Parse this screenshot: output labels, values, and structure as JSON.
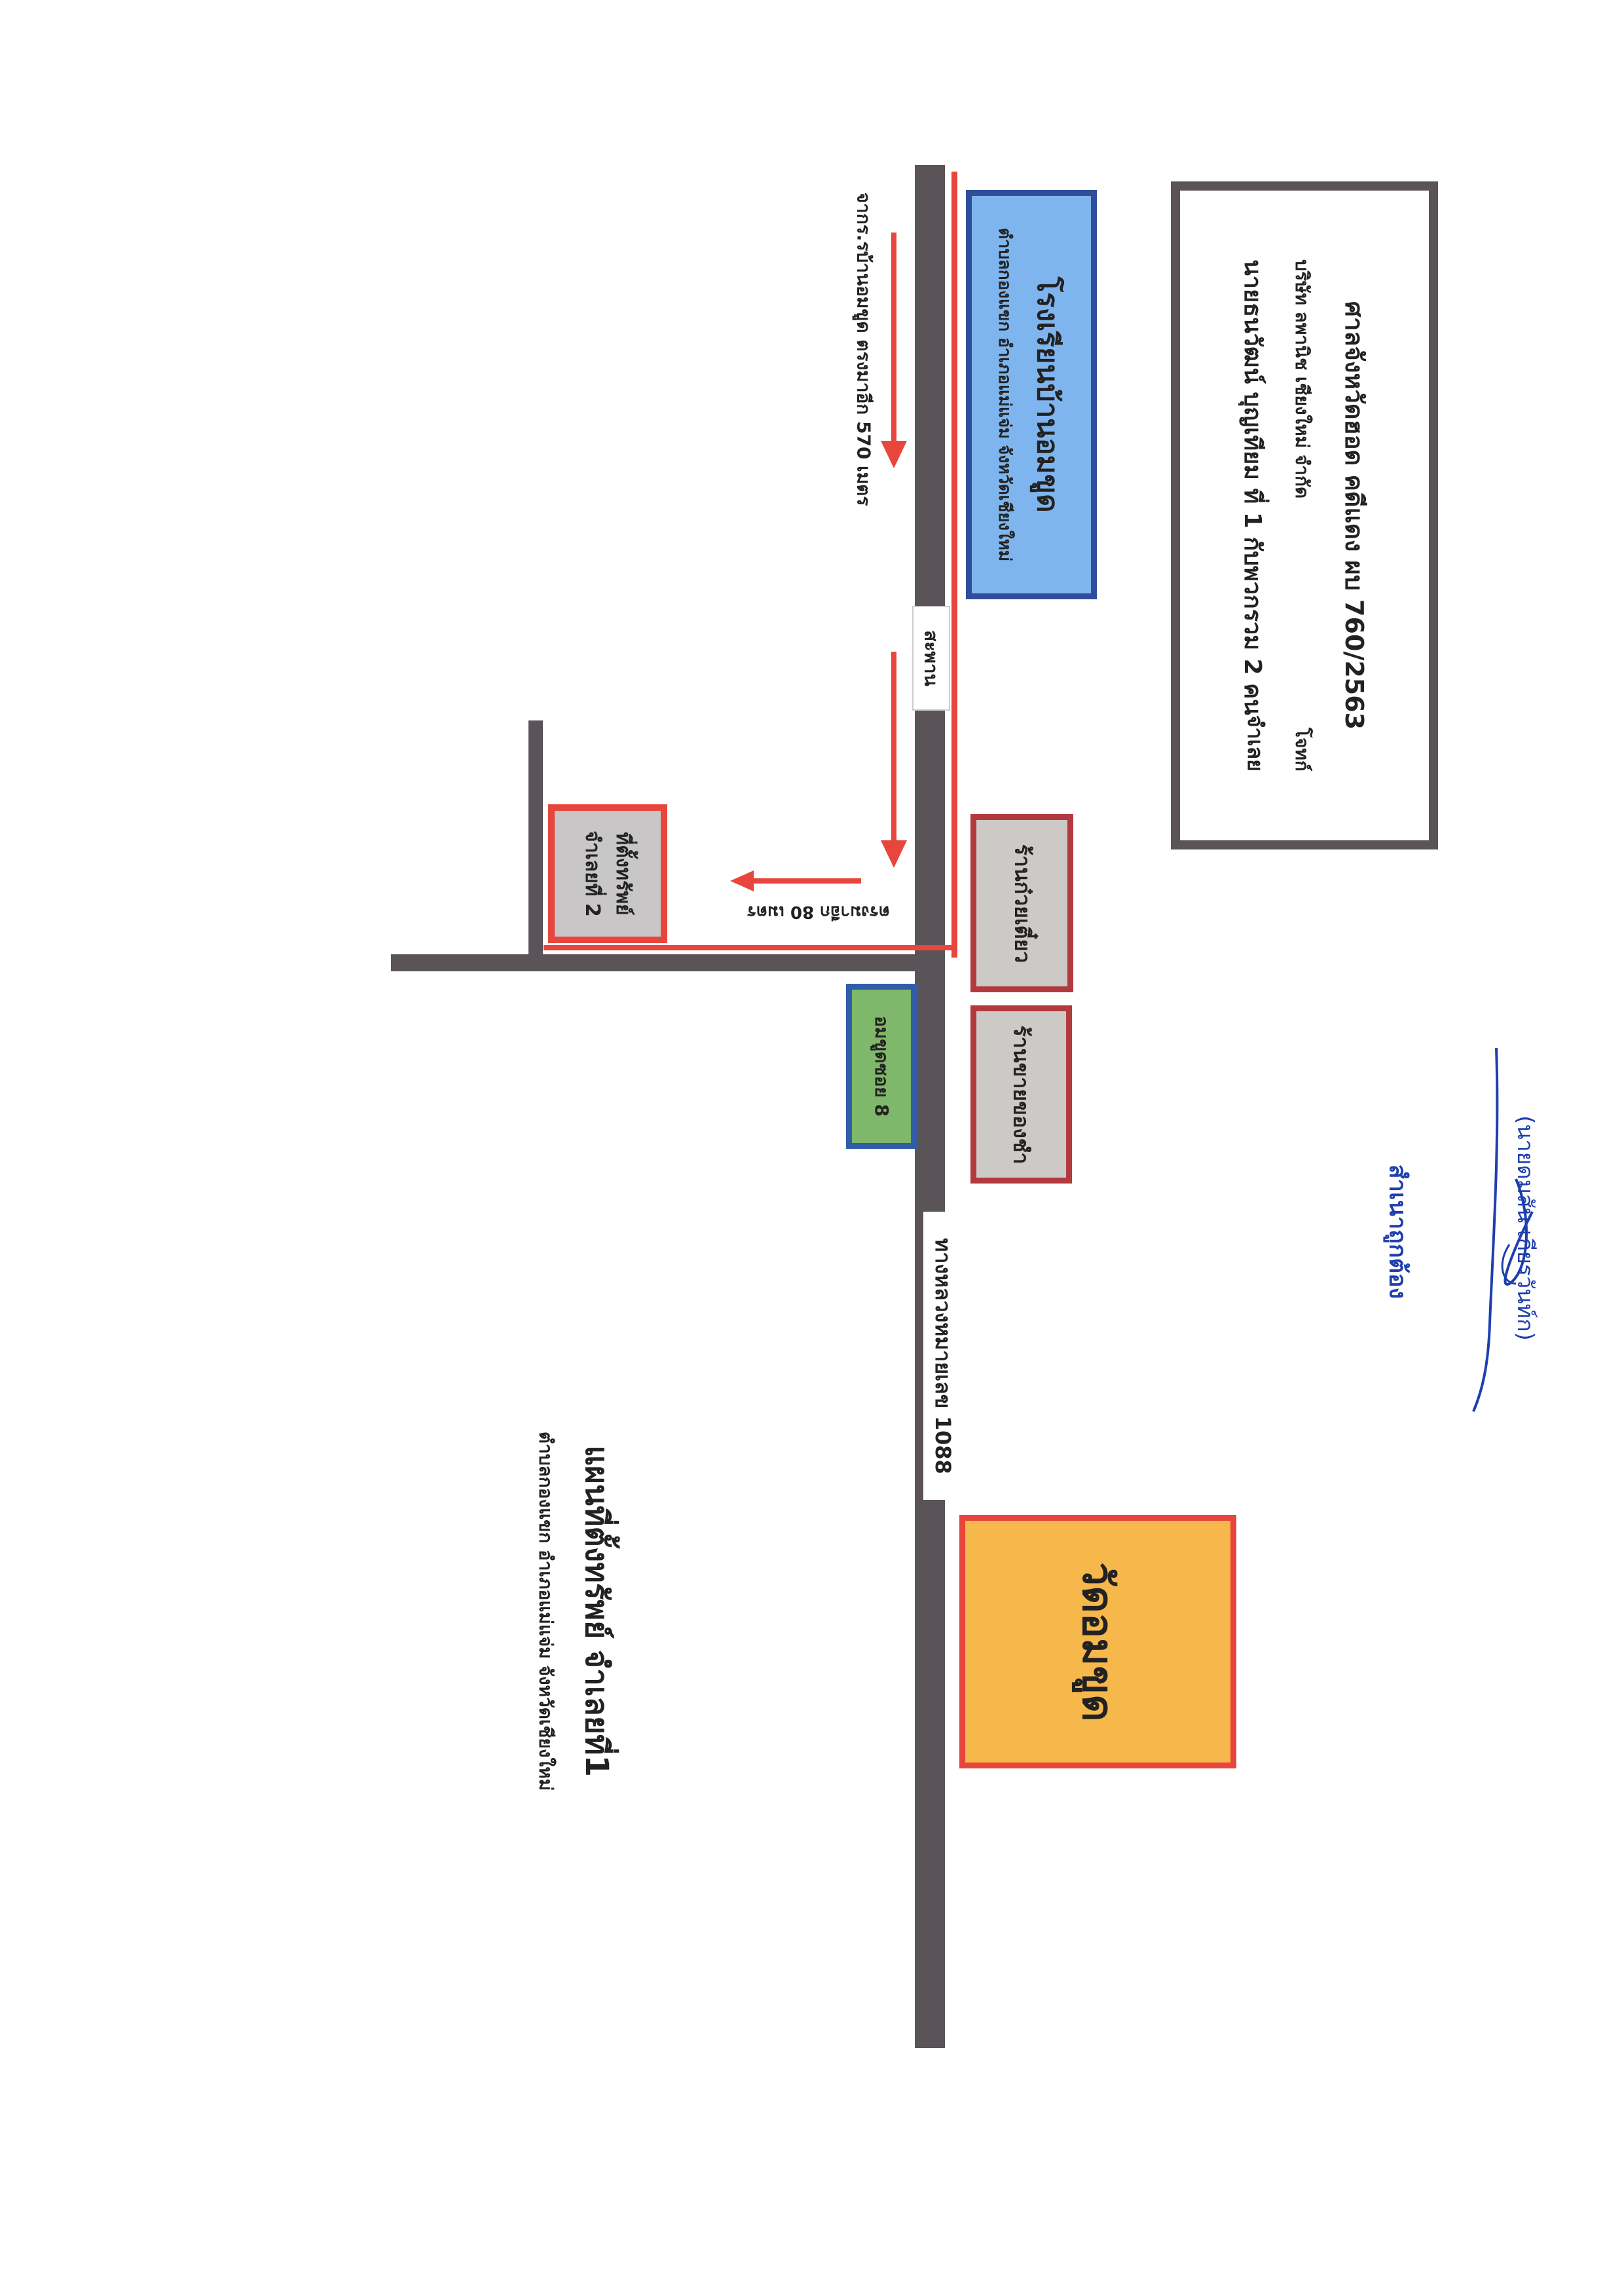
{
  "colors": {
    "road": "#5a5458",
    "route_red": "#e8463c",
    "school_fill": "#7fb5ee",
    "school_border": "#2f4d9a",
    "temple_fill": "#f7b84b",
    "temple_border": "#e8463c",
    "shop_fill": "#cdc9c7",
    "shop_border": "#b23a3e",
    "property_fill": "#c8c6c6",
    "property_border": "#e8463c",
    "soi_fill": "#7fb86a",
    "soi_border": "#2f5da8",
    "info_border": "#5a5458",
    "signature_ink": "#1f3fae"
  },
  "map_title": {
    "line1": "แผนที่ตั้งทรัพย์ จำเลยที่1",
    "line2": "ตำบลกองแขก อำเภอแม่แจ่ม จังหวัดเชียงใหม่"
  },
  "court_info": {
    "line1": "ศาลจังหวัดฮอด คดีแดง ผบ 760/2563",
    "line2_left": "บริษัท ลพานิช เชียงใหม่ จำกัด",
    "line2_right": "โจทก์",
    "line3_left": "นายธนวัฒน์ บุญเทียม ที่ 1 กับพวกรวม 2 คน",
    "line3_right": "จำเลย"
  },
  "school": {
    "name": "โรงเรียนบ้านอมขูด",
    "address": "ตำบลกองแขก อำเภอแม่แจ่ม จังหวัดเชียงใหม่"
  },
  "route_note_1": "จากร.รบ้านอมขูด ตรงมาอีก 570 เมตร",
  "route_note_2": "ตรงมาอีก 80 เมตร",
  "bridge_label": "สะพาน",
  "property_label": {
    "line1": "ที่ตั้งทรัพย์",
    "line2": "จำเลยที่ 2"
  },
  "noodle_shop": "ร้านก๋วยเตี๋ยว",
  "grocery_shop": "ร้านขายของชำ",
  "soi_label": "อมขูดซอย 8",
  "highway_label": "ทางหลวงหมายเลข 1088",
  "temple_label": "วัดอมขูด",
  "signature": {
    "certify": "สำเนาถูกต้อง",
    "name": "(นายดมสัน  เกียรวันท์ก)"
  }
}
